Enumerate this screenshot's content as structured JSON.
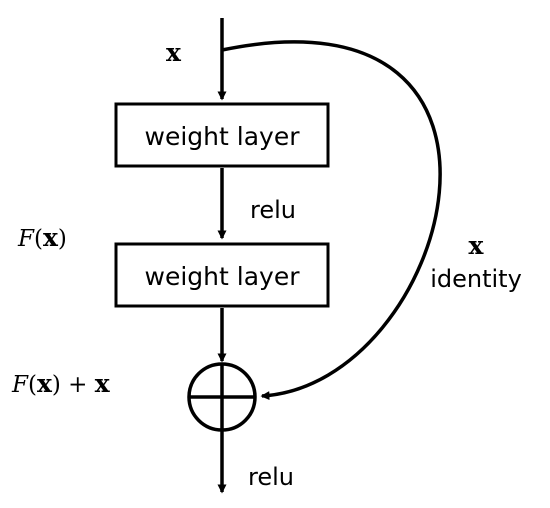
{
  "diagram": {
    "input_label": "x",
    "layer1_label": "weight layer",
    "relu1_label": "relu",
    "layer2_label": "weight layer",
    "residual_label": {
      "script": "F",
      "open": "(",
      "var": "x",
      "close": ")"
    },
    "shortcut_var": "x",
    "shortcut_label": "identity",
    "sum_label": {
      "script": "F",
      "open": "(",
      "var": "x",
      "close": ")",
      "plus": " + ",
      "var2": "x"
    },
    "relu2_label": "relu"
  }
}
